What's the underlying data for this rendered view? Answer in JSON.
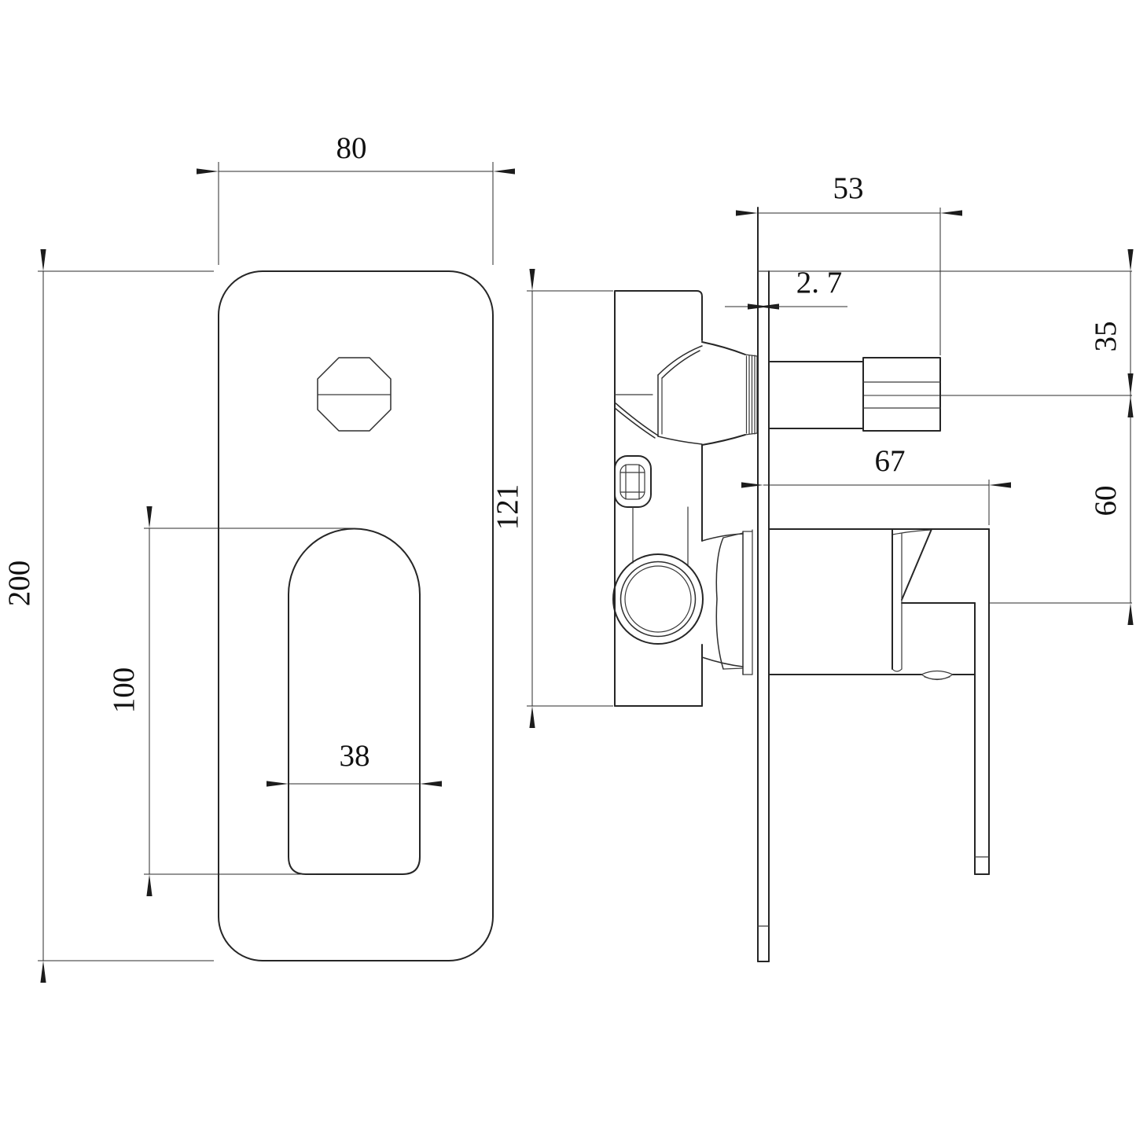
{
  "drawing": {
    "kind": "technical-dimension-drawing",
    "subject": "concealed shower mixer valve with diverter - front and side orthographic views",
    "background_color": "#ffffff",
    "line_color": "#262626",
    "views": {
      "front": {
        "name": "front-view-trim-plate"
      },
      "side": {
        "name": "side-view-valve-body"
      }
    },
    "dims": {
      "front_plate_width": "80",
      "front_plate_height": "200",
      "slot_height": "100",
      "slot_width": "38",
      "body_height": "121",
      "knob_projection": "53",
      "plate_thickness": "2. 7",
      "knob_center_from_top": "35",
      "knob_to_handle_center": "60",
      "handle_projection": "67"
    }
  }
}
